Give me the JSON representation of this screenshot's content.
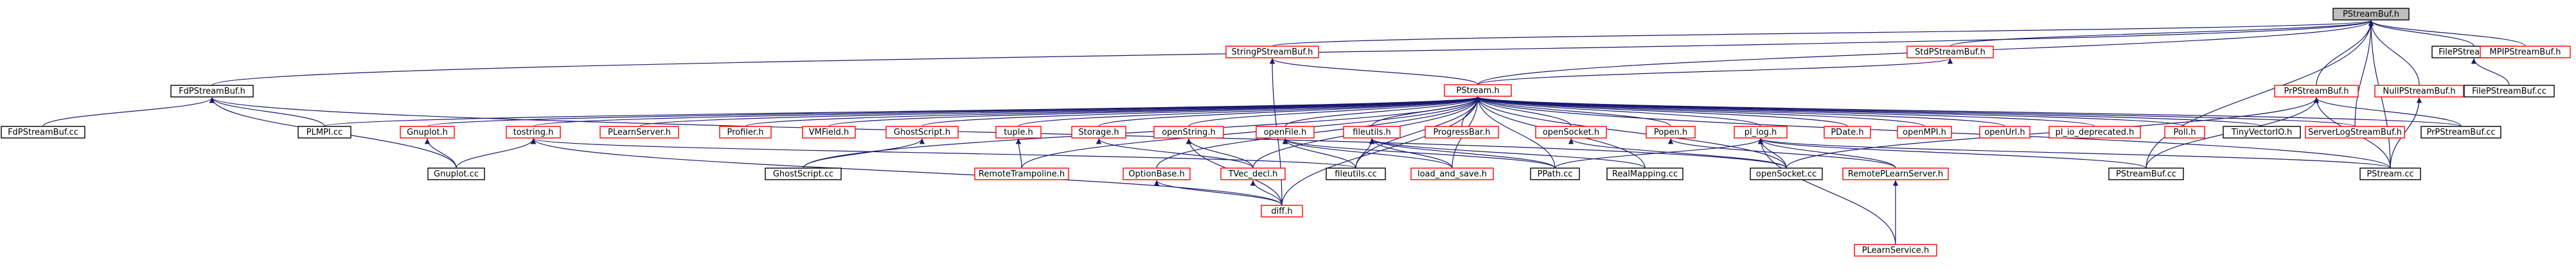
{
  "colors": {
    "edge": "#191970",
    "border_documented": "#000000",
    "border_external": "#ff0000",
    "fill_default": "#ffffff",
    "fill_root": "#bfbfbf"
  },
  "nodes": [
    {
      "id": "PStreamBuf_h",
      "label": "PStreamBuf.h",
      "kind": "root"
    },
    {
      "id": "StringPStreamBuf_h",
      "label": "StringPStreamBuf.h",
      "kind": "external"
    },
    {
      "id": "StdPStreamBuf_h",
      "label": "StdPStreamBuf.h",
      "kind": "external"
    },
    {
      "id": "FilePStreamBuf_h",
      "label": "FilePStreamBuf.h",
      "kind": "documented"
    },
    {
      "id": "MPIPStreamBuf_h",
      "label": "MPIPStreamBuf.h",
      "kind": "external"
    },
    {
      "id": "FdPStreamBuf_h",
      "label": "FdPStreamBuf.h",
      "kind": "documented"
    },
    {
      "id": "PStream_h",
      "label": "PStream.h",
      "kind": "external"
    },
    {
      "id": "PrPStreamBuf_h",
      "label": "PrPStreamBuf.h",
      "kind": "external"
    },
    {
      "id": "NullPStreamBuf_h",
      "label": "NullPStreamBuf.h",
      "kind": "external"
    },
    {
      "id": "FilePStreamBuf_cc",
      "label": "FilePStreamBuf.cc",
      "kind": "documented"
    },
    {
      "id": "FdPStreamBuf_cc",
      "label": "FdPStreamBuf.cc",
      "kind": "documented"
    },
    {
      "id": "PLMPI_cc",
      "label": "PLMPI.cc",
      "kind": "documented"
    },
    {
      "id": "Gnuplot_h",
      "label": "Gnuplot.h",
      "kind": "external"
    },
    {
      "id": "tostring_h",
      "label": "tostring.h",
      "kind": "external"
    },
    {
      "id": "PLearnServer_h",
      "label": "PLearnServer.h",
      "kind": "external"
    },
    {
      "id": "Profiler_h",
      "label": "Profiler.h",
      "kind": "external"
    },
    {
      "id": "VMField_h",
      "label": "VMField.h",
      "kind": "external"
    },
    {
      "id": "GhostScript_h",
      "label": "GhostScript.h",
      "kind": "external"
    },
    {
      "id": "tuple_h",
      "label": "tuple.h",
      "kind": "external"
    },
    {
      "id": "Storage_h",
      "label": "Storage.h",
      "kind": "external"
    },
    {
      "id": "openString_h",
      "label": "openString.h",
      "kind": "external"
    },
    {
      "id": "openFile_h",
      "label": "openFile.h",
      "kind": "external"
    },
    {
      "id": "fileutils_h",
      "label": "fileutils.h",
      "kind": "external"
    },
    {
      "id": "ProgressBar_h",
      "label": "ProgressBar.h",
      "kind": "external"
    },
    {
      "id": "openSocket_h",
      "label": "openSocket.h",
      "kind": "external"
    },
    {
      "id": "Popen_h",
      "label": "Popen.h",
      "kind": "external"
    },
    {
      "id": "pl_log_h",
      "label": "pl_log.h",
      "kind": "external"
    },
    {
      "id": "PDate_h",
      "label": "PDate.h",
      "kind": "external"
    },
    {
      "id": "openMPI_h",
      "label": "openMPI.h",
      "kind": "external"
    },
    {
      "id": "openUrl_h",
      "label": "openUrl.h",
      "kind": "external"
    },
    {
      "id": "pl_io_deprecated_h",
      "label": "pl_io_deprecated.h",
      "kind": "external"
    },
    {
      "id": "Poll_h",
      "label": "Poll.h",
      "kind": "external"
    },
    {
      "id": "TinyVectorIO_h",
      "label": "TinyVectorIO.h",
      "kind": "documented"
    },
    {
      "id": "ServerLogStreamBuf_h",
      "label": "ServerLogStreamBuf.h",
      "kind": "external"
    },
    {
      "id": "PrPStreamBuf_cc",
      "label": "PrPStreamBuf.cc",
      "kind": "documented"
    },
    {
      "id": "Gnuplot_cc",
      "label": "Gnuplot.cc",
      "kind": "documented"
    },
    {
      "id": "GhostScript_cc",
      "label": "GhostScript.cc",
      "kind": "documented"
    },
    {
      "id": "RemoteTrampoline_h",
      "label": "RemoteTrampoline.h",
      "kind": "external"
    },
    {
      "id": "OptionBase_h",
      "label": "OptionBase.h",
      "kind": "external"
    },
    {
      "id": "TVec_decl_h",
      "label": "TVec_decl.h",
      "kind": "external"
    },
    {
      "id": "fileutils_cc",
      "label": "fileutils.cc",
      "kind": "documented"
    },
    {
      "id": "load_and_save_h",
      "label": "load_and_save.h",
      "kind": "external"
    },
    {
      "id": "PPath_cc",
      "label": "PPath.cc",
      "kind": "documented"
    },
    {
      "id": "RealMapping_cc",
      "label": "RealMapping.cc",
      "kind": "documented"
    },
    {
      "id": "openSocket_cc",
      "label": "openSocket.cc",
      "kind": "documented"
    },
    {
      "id": "RemotePLearnServer_h",
      "label": "RemotePLearnServer.h",
      "kind": "external"
    },
    {
      "id": "PStreamBuf_cc",
      "label": "PStreamBuf.cc",
      "kind": "documented"
    },
    {
      "id": "PStream_cc",
      "label": "PStream.cc",
      "kind": "documented"
    },
    {
      "id": "diff_h",
      "label": "diff.h",
      "kind": "external"
    },
    {
      "id": "PLearnService_h",
      "label": "PLearnService.h",
      "kind": "external"
    }
  ],
  "edges": [
    [
      "PStreamBuf_h",
      "StringPStreamBuf_h"
    ],
    [
      "PStreamBuf_h",
      "StdPStreamBuf_h"
    ],
    [
      "PStreamBuf_h",
      "FilePStreamBuf_h"
    ],
    [
      "PStreamBuf_h",
      "MPIPStreamBuf_h"
    ],
    [
      "PStreamBuf_h",
      "FdPStreamBuf_h"
    ],
    [
      "PStreamBuf_h",
      "PStream_h"
    ],
    [
      "PStreamBuf_h",
      "PrPStreamBuf_h"
    ],
    [
      "PStreamBuf_h",
      "NullPStreamBuf_h"
    ],
    [
      "PStreamBuf_h",
      "ServerLogStreamBuf_h"
    ],
    [
      "PStreamBuf_h",
      "PStreamBuf_cc"
    ],
    [
      "PStreamBuf_h",
      "PStream_cc"
    ],
    [
      "StringPStreamBuf_h",
      "PStream_h"
    ],
    [
      "StringPStreamBuf_h",
      "diff_h"
    ],
    [
      "StdPStreamBuf_h",
      "PStream_h"
    ],
    [
      "FilePStreamBuf_h",
      "FilePStreamBuf_cc"
    ],
    [
      "FdPStreamBuf_h",
      "FdPStreamBuf_cc"
    ],
    [
      "FdPStreamBuf_h",
      "PLMPI_cc"
    ],
    [
      "FdPStreamBuf_h",
      "Gnuplot_cc"
    ],
    [
      "FdPStreamBuf_h",
      "openSocket_cc"
    ],
    [
      "PrPStreamBuf_h",
      "PrPStreamBuf_cc"
    ],
    [
      "PrPStreamBuf_h",
      "PStreamBuf_cc"
    ],
    [
      "PrPStreamBuf_h",
      "PStream_cc"
    ],
    [
      "PrPStreamBuf_h",
      "openSocket_cc"
    ],
    [
      "NullPStreamBuf_h",
      "PStream_cc"
    ],
    [
      "PStream_h",
      "PLMPI_cc"
    ],
    [
      "PStream_h",
      "Gnuplot_h"
    ],
    [
      "PStream_h",
      "tostring_h"
    ],
    [
      "PStream_h",
      "PLearnServer_h"
    ],
    [
      "PStream_h",
      "Profiler_h"
    ],
    [
      "PStream_h",
      "VMField_h"
    ],
    [
      "PStream_h",
      "GhostScript_h"
    ],
    [
      "PStream_h",
      "tuple_h"
    ],
    [
      "PStream_h",
      "Storage_h"
    ],
    [
      "PStream_h",
      "openString_h"
    ],
    [
      "PStream_h",
      "openFile_h"
    ],
    [
      "PStream_h",
      "fileutils_h"
    ],
    [
      "PStream_h",
      "ProgressBar_h"
    ],
    [
      "PStream_h",
      "openSocket_h"
    ],
    [
      "PStream_h",
      "Popen_h"
    ],
    [
      "PStream_h",
      "pl_log_h"
    ],
    [
      "PStream_h",
      "PDate_h"
    ],
    [
      "PStream_h",
      "openMPI_h"
    ],
    [
      "PStream_h",
      "openUrl_h"
    ],
    [
      "PStream_h",
      "pl_io_deprecated_h"
    ],
    [
      "PStream_h",
      "Poll_h"
    ],
    [
      "PStream_h",
      "TinyVectorIO_h"
    ],
    [
      "PStream_h",
      "ServerLogStreamBuf_h"
    ],
    [
      "PStream_h",
      "PrPStreamBuf_cc"
    ],
    [
      "PStream_h",
      "RemoteTrampoline_h"
    ],
    [
      "PStream_h",
      "OptionBase_h"
    ],
    [
      "PStream_h",
      "TVec_decl_h"
    ],
    [
      "PStream_h",
      "fileutils_cc"
    ],
    [
      "PStream_h",
      "load_and_save_h"
    ],
    [
      "PStream_h",
      "PPath_cc"
    ],
    [
      "PStream_h",
      "RealMapping_cc"
    ],
    [
      "PStream_h",
      "openSocket_cc"
    ],
    [
      "PStream_h",
      "PStream_cc"
    ],
    [
      "PStream_h",
      "diff_h"
    ],
    [
      "PStream_h",
      "GhostScript_cc"
    ],
    [
      "Gnuplot_h",
      "Gnuplot_cc"
    ],
    [
      "tostring_h",
      "Gnuplot_cc"
    ],
    [
      "tostring_h",
      "fileutils_cc"
    ],
    [
      "tostring_h",
      "diff_h"
    ],
    [
      "GhostScript_h",
      "GhostScript_cc"
    ],
    [
      "tuple_h",
      "RemoteTrampoline_h"
    ],
    [
      "Storage_h",
      "TVec_decl_h"
    ],
    [
      "openString_h",
      "TVec_decl_h"
    ],
    [
      "openString_h",
      "diff_h"
    ],
    [
      "openFile_h",
      "load_and_save_h"
    ],
    [
      "openFile_h",
      "fileutils_cc"
    ],
    [
      "openFile_h",
      "PPath_cc"
    ],
    [
      "fileutils_h",
      "fileutils_cc"
    ],
    [
      "fileutils_h",
      "load_and_save_h"
    ],
    [
      "fileutils_h",
      "PPath_cc"
    ],
    [
      "fileutils_h",
      "RealMapping_cc"
    ],
    [
      "openSocket_h",
      "openSocket_cc"
    ],
    [
      "Popen_h",
      "RemotePLearnServer_h"
    ],
    [
      "pl_log_h",
      "openSocket_cc"
    ],
    [
      "pl_log_h",
      "RemotePLearnServer_h"
    ],
    [
      "pl_log_h",
      "PLearnService_h"
    ],
    [
      "pl_log_h",
      "PStreamBuf_cc"
    ],
    [
      "pl_log_h",
      "PStream_cc"
    ],
    [
      "pl_log_h",
      "PPath_cc"
    ],
    [
      "OptionBase_h",
      "diff_h"
    ],
    [
      "TVec_decl_h",
      "diff_h"
    ],
    [
      "RemotePLearnServer_h",
      "PLearnService_h"
    ]
  ]
}
